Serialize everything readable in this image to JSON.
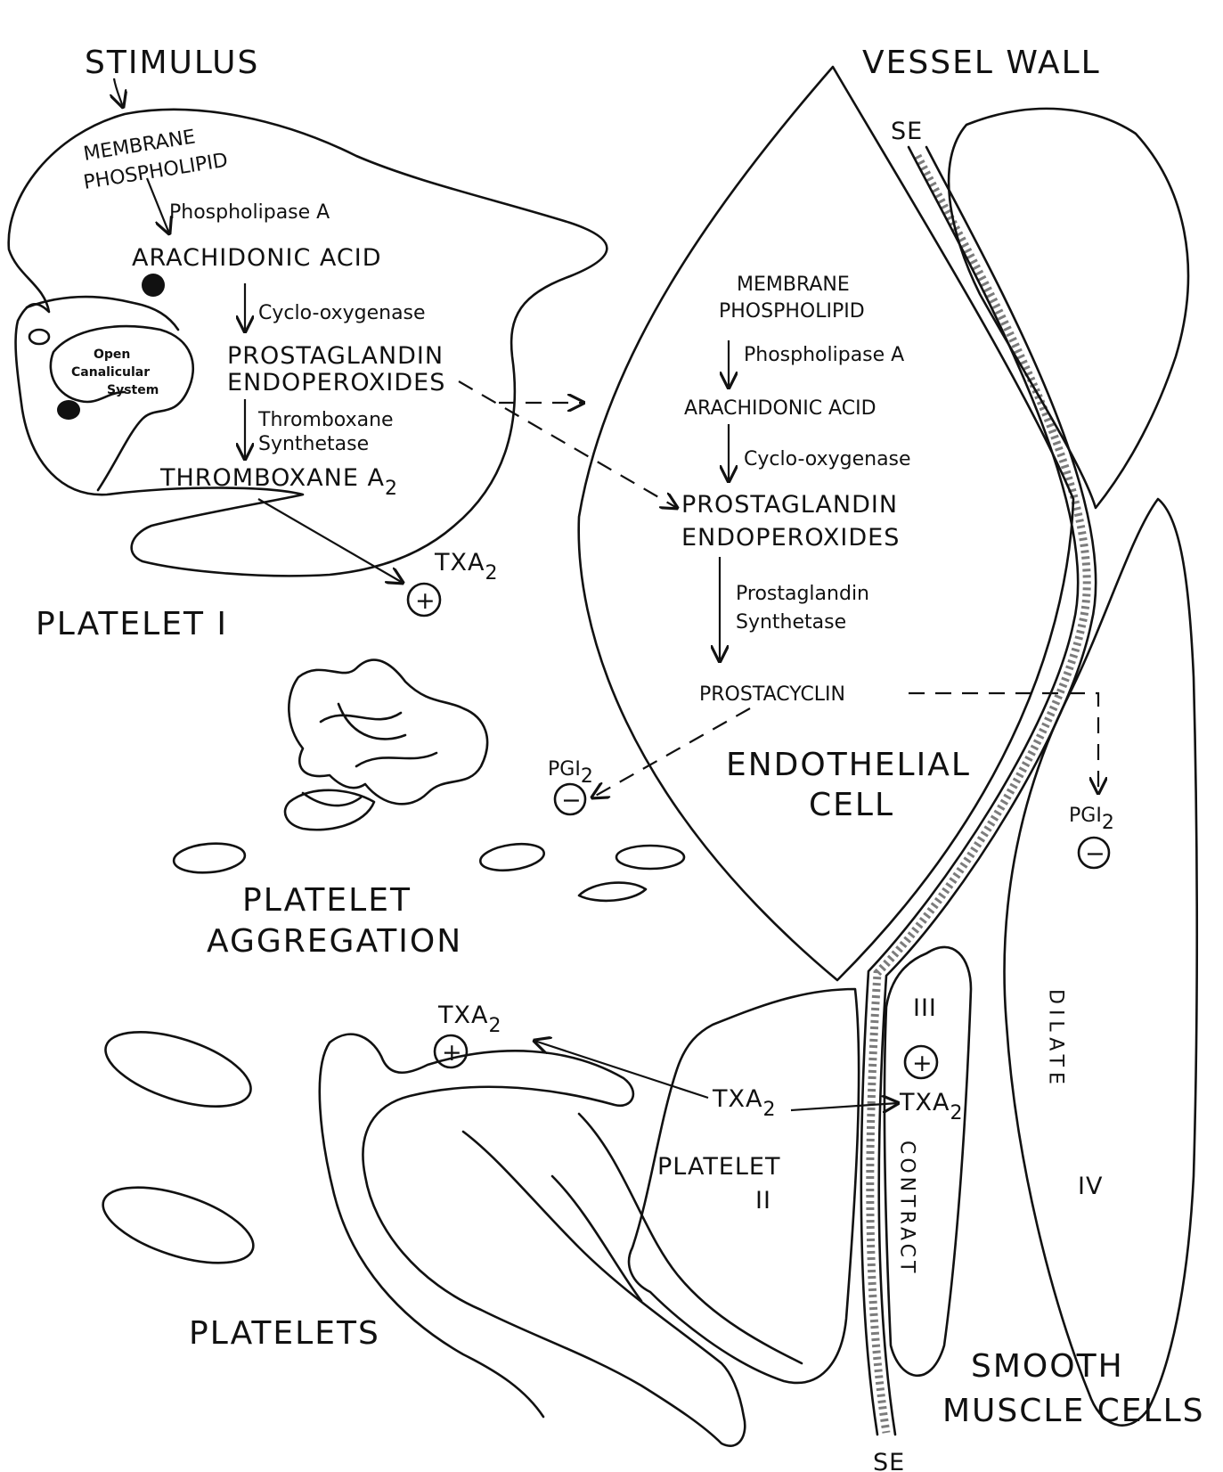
{
  "labels": {
    "stimulus": "STIMULUS",
    "vessel_wall": "VESSEL WALL",
    "se_top": "SE",
    "se_bottom": "SE",
    "platelet_i": "PLATELET I",
    "platelet_aggregation_1": "PLATELET",
    "platelet_aggregation_2": "AGGREGATION",
    "platelets": "PLATELETS",
    "endothelial_1": "ENDOTHELIAL",
    "endothelial_2": "CELL",
    "platelet_ii_1": "PLATELET",
    "platelet_ii_2": "II",
    "smooth_1": "SMOOTH",
    "smooth_2": "MUSCLE CELLS",
    "roman_iii": "III",
    "roman_iv": "IV",
    "contract": "CONTRACT",
    "dilate": "DILATE"
  },
  "platelet_pathway": {
    "membrane_1": "MEMBRANE",
    "membrane_2": "PHOSPHOLIPID",
    "enzyme_1": "Phospholipase A",
    "arachidonic": "ARACHIDONIC ACID",
    "enzyme_2": "Cyclo-oxygenase",
    "prostaglandin_1": "PROSTAGLANDIN",
    "prostaglandin_2": "ENDOPEROXIDES",
    "enzyme_3a": "Thromboxane",
    "enzyme_3b": "Synthetase",
    "product": "THROMBOXANE A",
    "product_sub": "2",
    "canalicular_1": "Open",
    "canalicular_2": "Canalicular",
    "canalicular_3": "System"
  },
  "endothelial_pathway": {
    "membrane_1": "MEMBRANE",
    "membrane_2": "PHOSPHOLIPID",
    "enzyme_1": "Phospholipase A",
    "arachidonic": "ARACHIDONIC ACID",
    "enzyme_2": "Cyclo-oxygenase",
    "prostaglandin_1": "PROSTAGLANDIN",
    "prostaglandin_2": "ENDOPEROXIDES",
    "enzyme_3a": "Prostaglandin",
    "enzyme_3b": "Synthetase",
    "product": "PROSTACYCLIN"
  },
  "mediators": {
    "txa": "TXA",
    "txa_sub": "2",
    "pgi": "PGI",
    "pgi_sub": "2",
    "plus": "+",
    "minus": "−"
  },
  "colors": {
    "ink": "#111111",
    "paper": "#ffffff"
  }
}
